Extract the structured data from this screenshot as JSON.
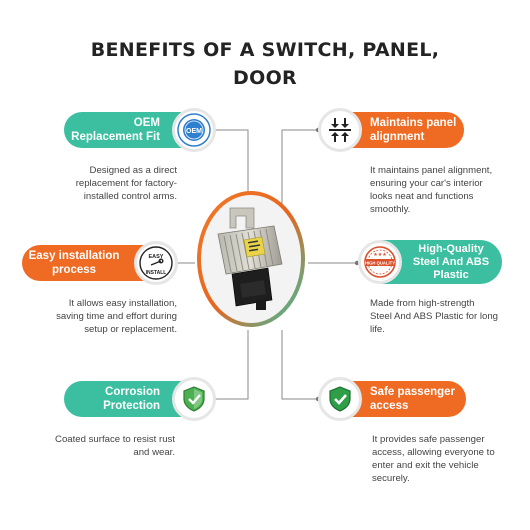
{
  "title": {
    "line1": "BENEFITS OF A SWITCH, PANEL,",
    "line2": "DOOR"
  },
  "colors": {
    "teal": "#3bbfa0",
    "orange": "#ef6a22",
    "title": "#232323"
  },
  "benefits": [
    {
      "id": "oem",
      "side": "left",
      "color": "teal",
      "title_line1": "OEM",
      "title_line2": "Replacement Fit",
      "icon": "oem-badge-icon",
      "icon_text": "OEM",
      "desc_lines": [
        "Designed as a direct",
        "replacement for factory-",
        "installed control arms."
      ]
    },
    {
      "id": "alignment",
      "side": "right",
      "color": "orange",
      "title_line1": "Maintains panel",
      "title_line2": "alignment",
      "icon": "alignment-arrows-icon",
      "desc_lines": [
        "It maintains panel alignment,",
        "ensuring your car's interior",
        "looks neat and functions",
        "smoothly."
      ]
    },
    {
      "id": "installation",
      "side": "left",
      "color": "orange",
      "title_line1": "Easy installation",
      "title_line2": "process",
      "icon": "easy-install-icon",
      "icon_text_top": "EASY",
      "icon_text_bottom": "INSTALL",
      "desc_lines": [
        "It allows easy installation,",
        "saving time and effort during",
        "setup or replacement."
      ]
    },
    {
      "id": "quality",
      "side": "right",
      "color": "teal",
      "title_line1": "High-Quality",
      "title_line2": "Steel And ABS",
      "title_line3": "Plastic",
      "icon": "high-quality-stamp-icon",
      "icon_text": "HIGH QUALITY",
      "desc_lines": [
        "Made from high-strength",
        "Steel And ABS Plastic for long",
        "life."
      ]
    },
    {
      "id": "corrosion",
      "side": "left",
      "color": "teal",
      "title_line1": "Corrosion",
      "title_line2": "Protection",
      "icon": "shield-check-icon",
      "desc_lines": [
        "Coated surface to resist rust",
        "and wear."
      ]
    },
    {
      "id": "safe",
      "side": "right",
      "color": "orange",
      "title_line1": "Safe passenger",
      "title_line2": "access",
      "icon": "green-shield-check-icon",
      "desc_lines": [
        "It provides safe passenger",
        "access, allowing everyone to",
        "enter and exit the vehicle",
        "securely."
      ]
    }
  ]
}
